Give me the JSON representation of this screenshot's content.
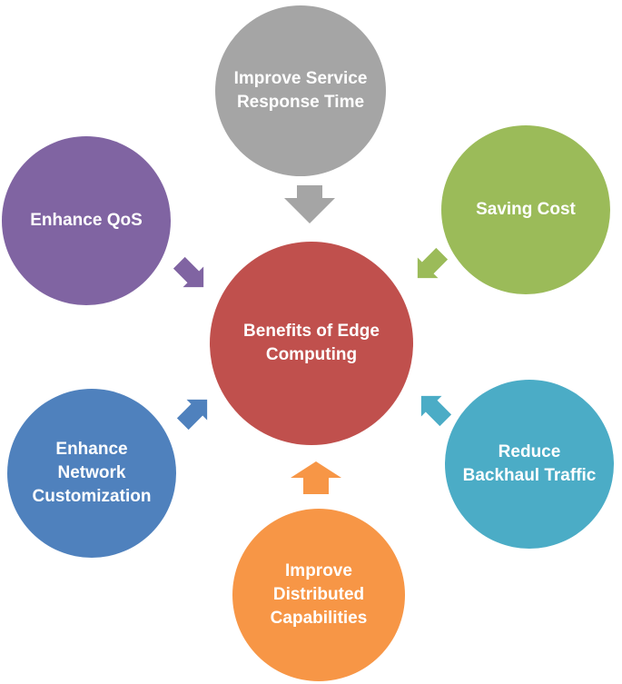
{
  "center": {
    "label": "Benefits of Edge\nComputing",
    "color": "#C0504D"
  },
  "benefits": [
    {
      "id": "response-time",
      "label": "Improve Service\nResponse Time",
      "color": "#A5A5A5"
    },
    {
      "id": "saving-cost",
      "label": "Saving Cost",
      "color": "#9BBB59"
    },
    {
      "id": "backhaul",
      "label": "Reduce\nBackhaul Traffic",
      "color": "#4BACC6"
    },
    {
      "id": "distributed",
      "label": "Improve\nDistributed\nCapabilities",
      "color": "#F79646"
    },
    {
      "id": "network-customization",
      "label": "Enhance\nNetwork\nCustomization",
      "color": "#4F81BD"
    },
    {
      "id": "qos",
      "label": "Enhance QoS",
      "color": "#8064A2"
    }
  ]
}
